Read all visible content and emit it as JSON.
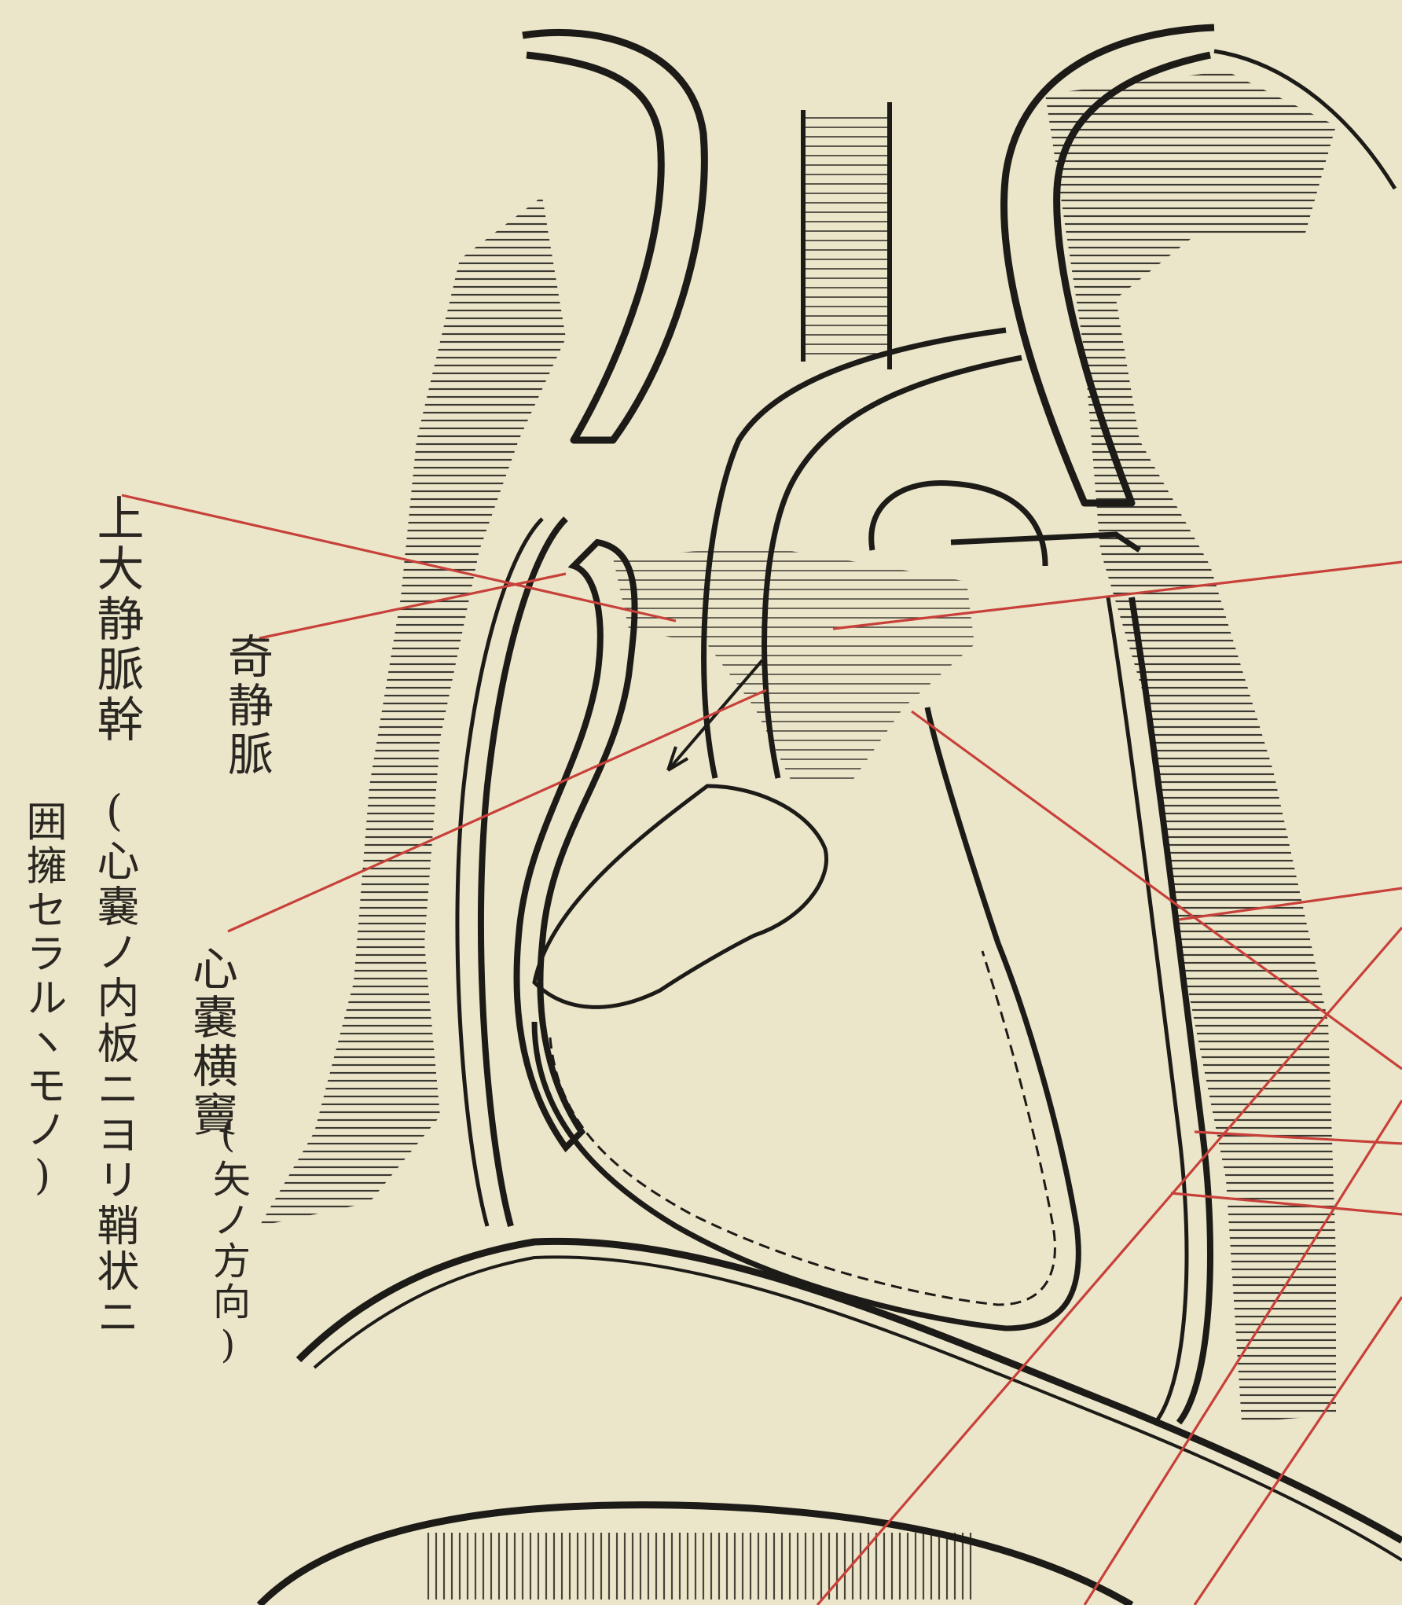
{
  "labels": {
    "superior_vena_cava": "上大静脈幹",
    "superior_vena_cava_note": "(心嚢ノ内板ニヨリ鞘状ニ",
    "separated_note": "囲擁セラルヽモノ)",
    "azygos_vein": "奇静脈",
    "transverse_sinus": "心嚢横竇",
    "transverse_sinus_note": "(矢ノ方向)"
  },
  "colors": {
    "paper": "#ebe6c9",
    "ink": "#1d1b18",
    "leader_lines": "#c8403a"
  }
}
